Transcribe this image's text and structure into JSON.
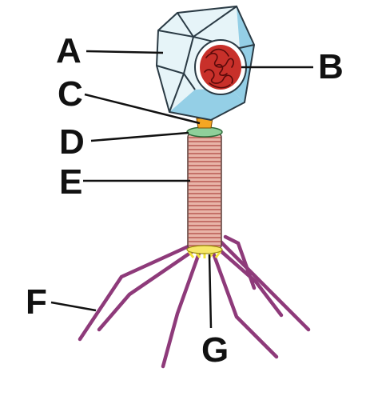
{
  "diagram": {
    "labels": {
      "a": "A",
      "b": "B",
      "c": "C",
      "d": "D",
      "e": "E",
      "f": "F",
      "g": "G"
    }
  },
  "colors": {
    "capsid_face": "#e6f4f8",
    "capsid_shadow": "#94cfe6",
    "capsid_outline": "#2a3a44",
    "dna_core": "#c8302a",
    "dna_strand": "#5a0a0a",
    "collar": "#f5a623",
    "baseplate_ring": "#8fcf9a",
    "tail_sheath": "#e8b4a8",
    "tail_rib": "#b85a52",
    "tail_fiber": "#8e3a7a",
    "base_pins": "#f2e43c",
    "leader_line": "#111111"
  }
}
